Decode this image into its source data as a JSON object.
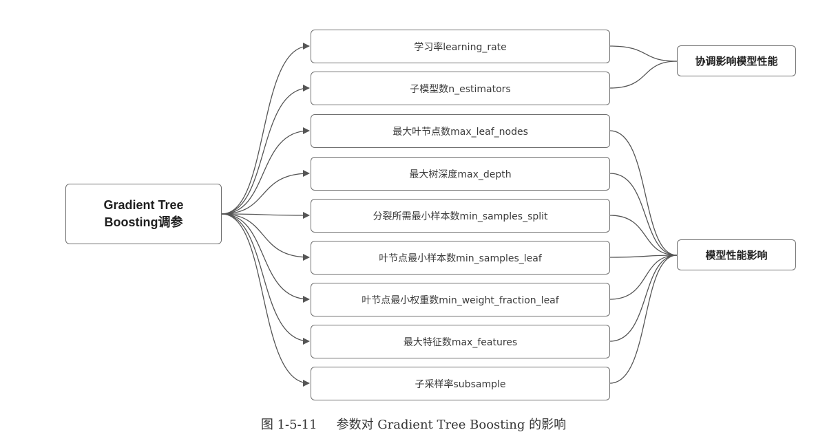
{
  "root": {
    "line1": "Gradient Tree",
    "line2": "Boosting调参"
  },
  "parameters": [
    "学习率learning_rate",
    "子模型数n_estimators",
    "最大叶节点数max_leaf_nodes",
    "最大树深度max_depth",
    "分裂所需最小样本数min_samples_split",
    "叶节点最小样本数min_samples_leaf",
    "叶节点最小权重数min_weight_fraction_leaf",
    "最大特征数max_features",
    "子采样率subsample"
  ],
  "outcomes": {
    "coordinate": "协调影响模型性能",
    "impact": "模型性能影响"
  },
  "caption": {
    "number": "图 1-5-11",
    "text": "参数对 Gradient Tree Boosting 的影响"
  },
  "colors": {
    "line": "#555555",
    "border": "#6f6f6f"
  }
}
